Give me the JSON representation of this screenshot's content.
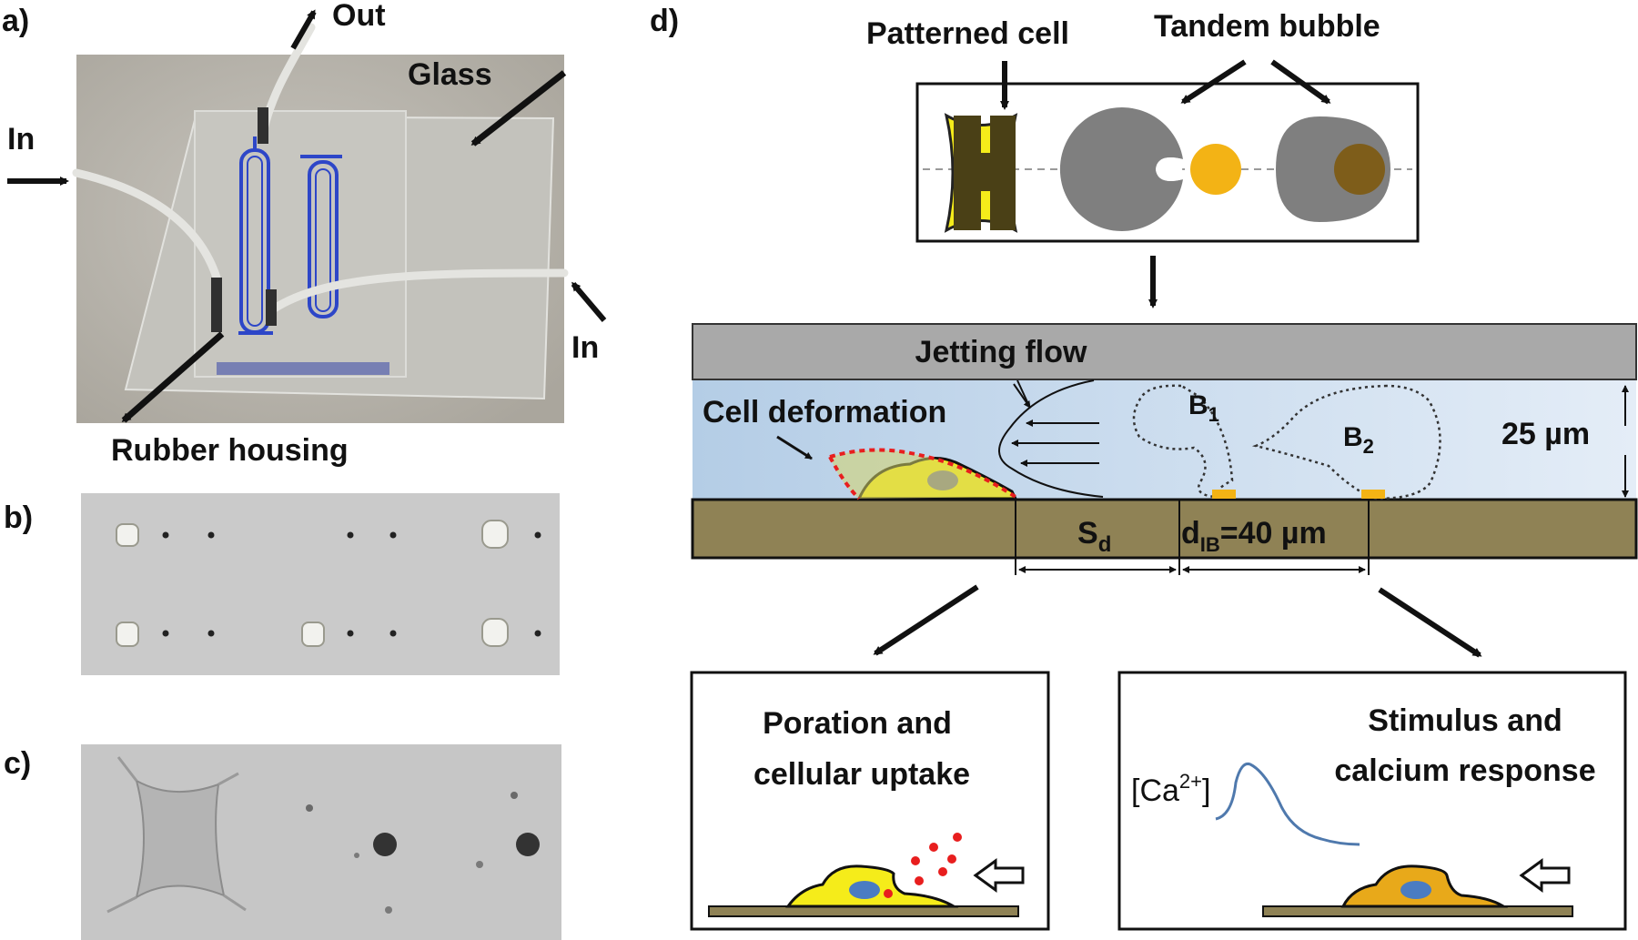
{
  "panel_a": {
    "label": "a)",
    "out": "Out",
    "in_left": "In",
    "in_right": "In",
    "glass": "Glass",
    "rubber_housing": "Rubber housing"
  },
  "panel_b": {
    "label": "b)"
  },
  "panel_c": {
    "label": "c)"
  },
  "panel_d": {
    "label": "d)",
    "patterned_cell": "Patterned cell",
    "tandem_bubble": "Tandem bubble",
    "jetting_flow": "Jetting flow",
    "cell_deformation": "Cell deformation",
    "b1_main": "B",
    "b1_sub": "1",
    "b2_main": "B",
    "b2_sub": "2",
    "channel_height": "25 µm",
    "sd_main": "S",
    "sd_sub": "d",
    "dib_main": "d",
    "dib_sub": "IB",
    "dib_value": "=40 µm",
    "poration_line1": "Poration and",
    "poration_line2": "cellular uptake",
    "stimulus_line1": "Stimulus and",
    "stimulus_line2": "calcium response",
    "ca_open": "[Ca",
    "ca_sup": "2+",
    "ca_close": "]"
  },
  "colors": {
    "glass_bg": "#b9b6ae",
    "channel_blue": "#2d46c8",
    "microscopy_gray": "#c9c9c9",
    "flow_channel": "#c6d8ea",
    "substrate": "#8f8255",
    "jetting_bar": "#a9a9a9",
    "cell_yellow": "#f5ec1a",
    "cell_orange": "#e8a91a",
    "bubble_gray": "#7f7f7f",
    "nucleus_blue": "#4a7cc2",
    "particle_red": "#e81e1e",
    "calcium_curve": "#4f79ad"
  }
}
